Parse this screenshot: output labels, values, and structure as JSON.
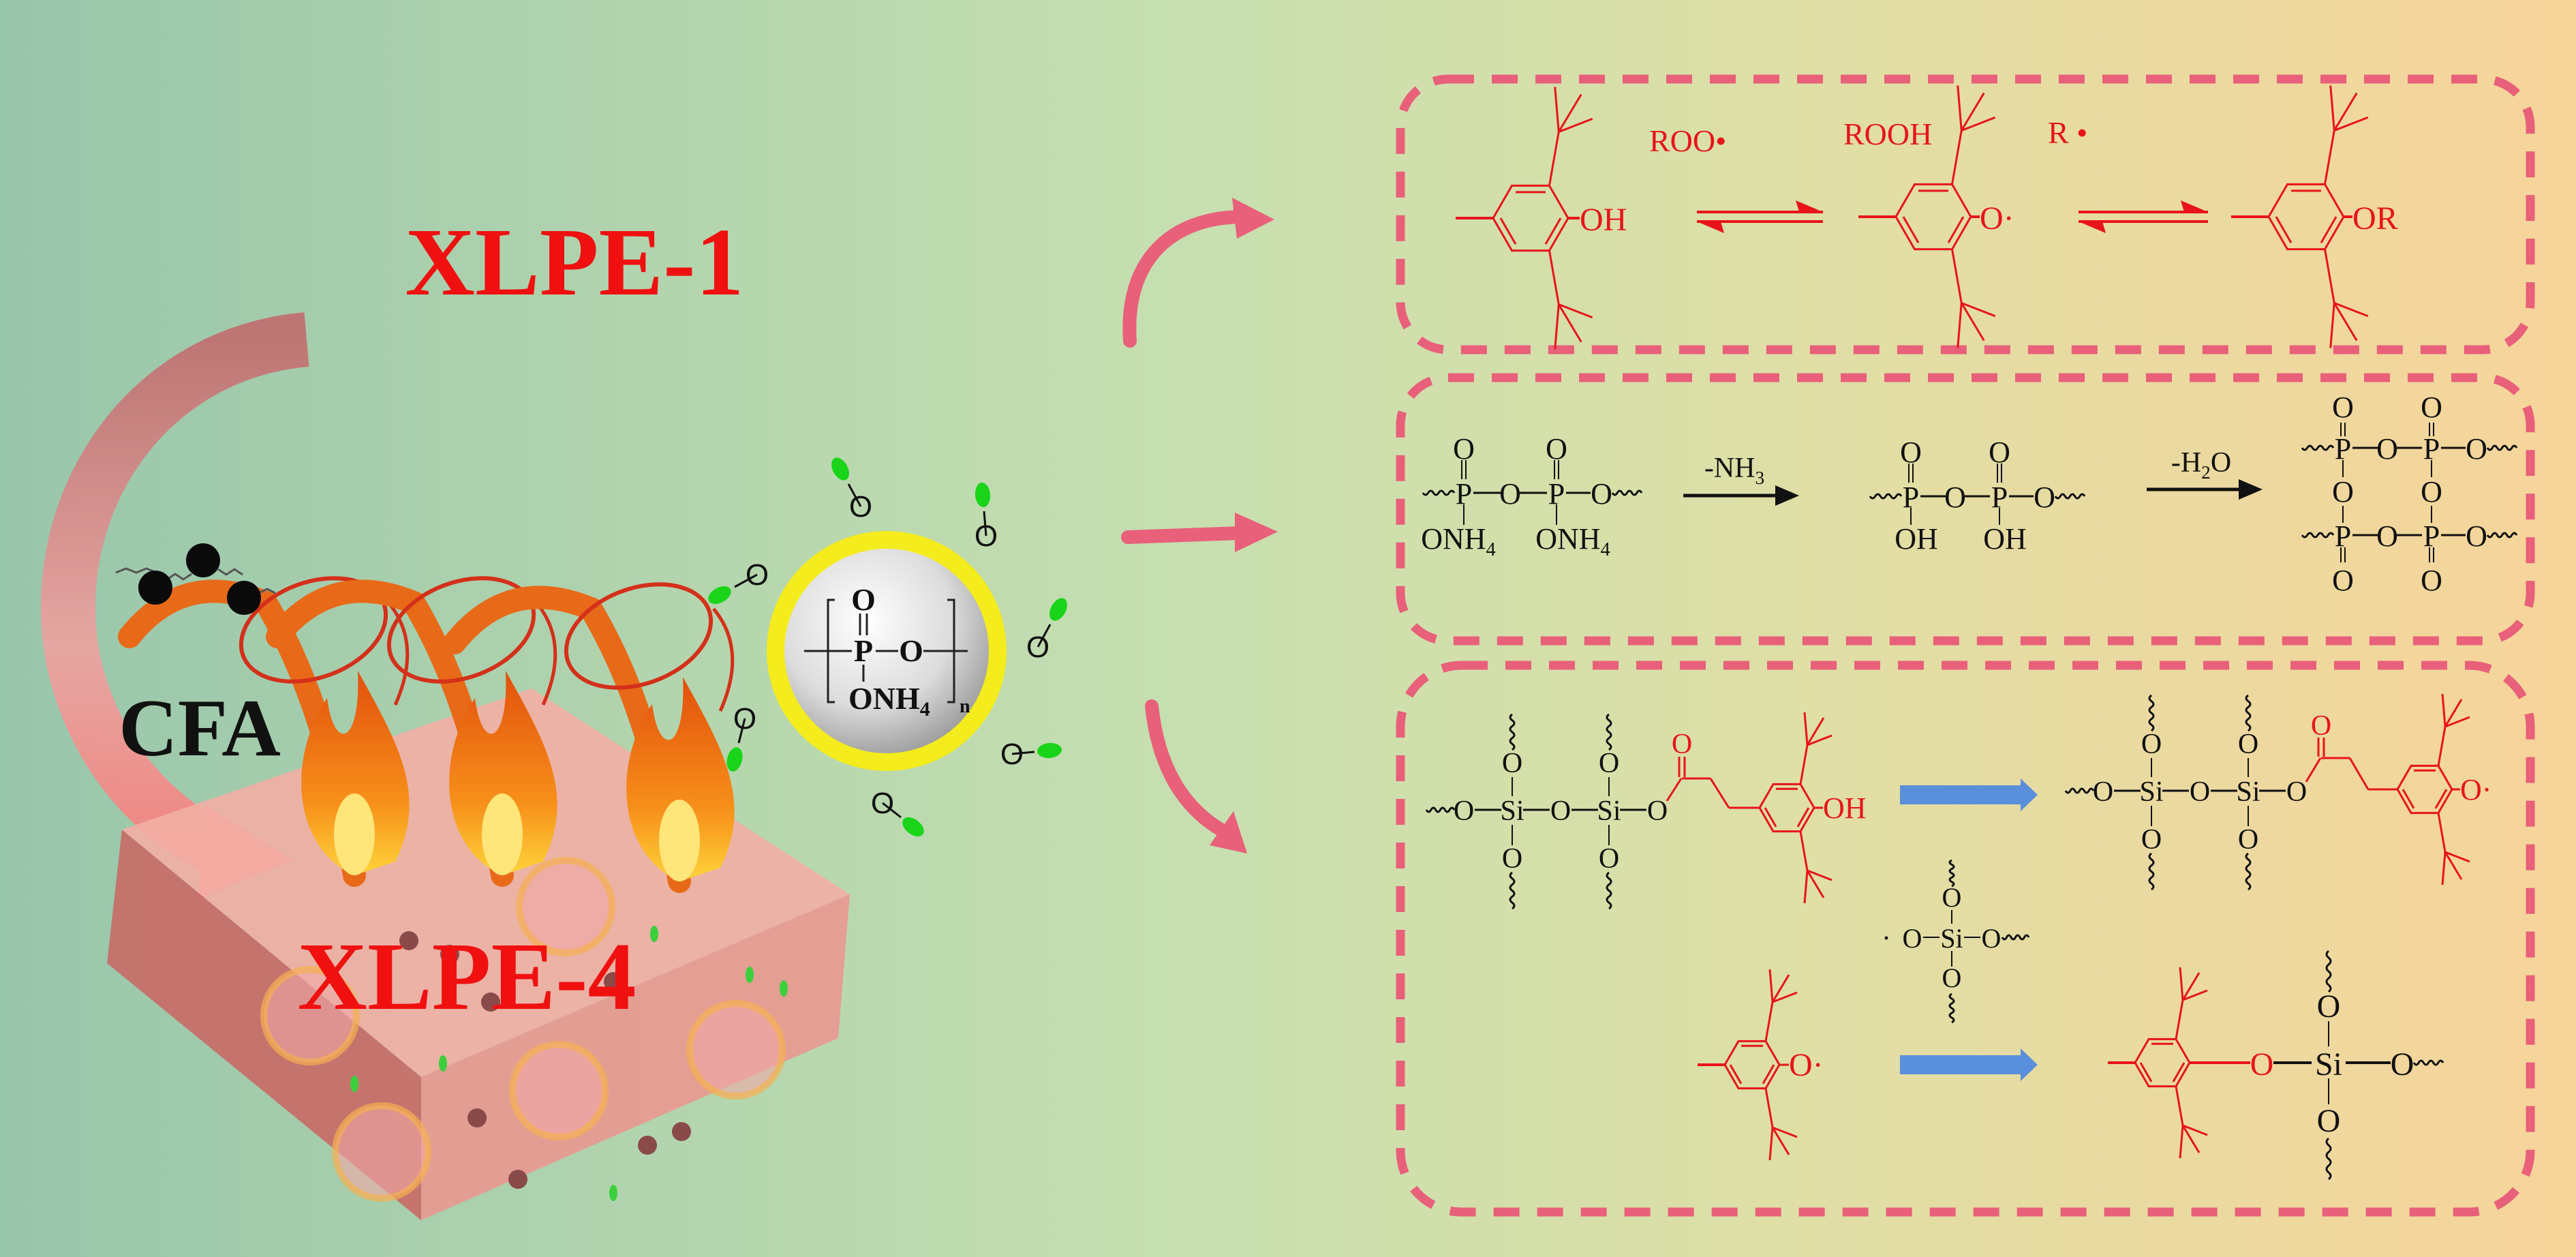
{
  "labels": {
    "title_top": "XLPE-1",
    "title_bottom": "XLPE-4",
    "cfa": "CFA"
  },
  "app_particle": {
    "o": "O",
    "p": "P",
    "onh": "ONH",
    "sub4": "4",
    "n": "n"
  },
  "antioxidant_panel": {
    "roo": "ROO•",
    "rooh": "ROOH",
    "r": "R •",
    "oh": "OH",
    "o_rad": "O·",
    "or": "OR"
  },
  "app_decomposition_panel": {
    "minus_nh": "-NH",
    "sub3": "3",
    "minus_h": "-H",
    "sub2": "2",
    "o": "O",
    "onh": "ONH",
    "sub4": "4",
    "oh": "OH"
  },
  "silica_panel": {
    "oh": "OH",
    "o_rad": "O·",
    "rad_dot": "·"
  },
  "atoms": {
    "O": "O",
    "P": "P",
    "Si": "Si"
  },
  "colors": {
    "bg_left": "#98c6ab",
    "bg_mid": "#c6dfb0",
    "bg_right": "#f6d49b",
    "dash_box": "#e8607a",
    "chem_red": "#e8141a",
    "chem_black": "#111111",
    "blue_arrow": "#5a8fdc",
    "particle_ring": "#f4ec1c",
    "leaf_green": "#19d419"
  }
}
